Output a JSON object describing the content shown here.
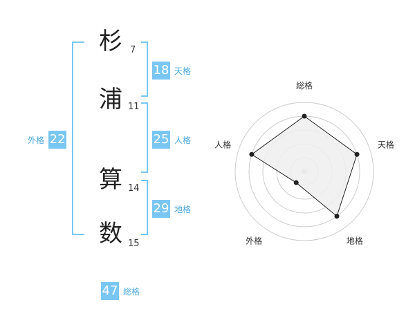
{
  "name": {
    "chars": [
      {
        "char": "杉",
        "strokes": "7"
      },
      {
        "char": "浦",
        "strokes": "11"
      },
      {
        "char": "算",
        "strokes": "14"
      },
      {
        "char": "数",
        "strokes": "15"
      }
    ]
  },
  "fortune": {
    "tenkaku": {
      "value": "18",
      "label": "天格"
    },
    "jinkaku": {
      "value": "25",
      "label": "人格"
    },
    "chikaku": {
      "value": "29",
      "label": "地格"
    },
    "gaikaku": {
      "value": "22",
      "label": "外格"
    },
    "soukaku": {
      "value": "47",
      "label": "総格"
    }
  },
  "chart_data": {
    "type": "radar",
    "axes": [
      "総格",
      "天格",
      "地格",
      "外格",
      "人格"
    ],
    "values": [
      4,
      4,
      4,
      1,
      4
    ],
    "rmax": 5,
    "colors": {
      "fill": "#efefef",
      "line": "#222222",
      "grid": "#cccccc",
      "center": "#cccccc"
    }
  }
}
